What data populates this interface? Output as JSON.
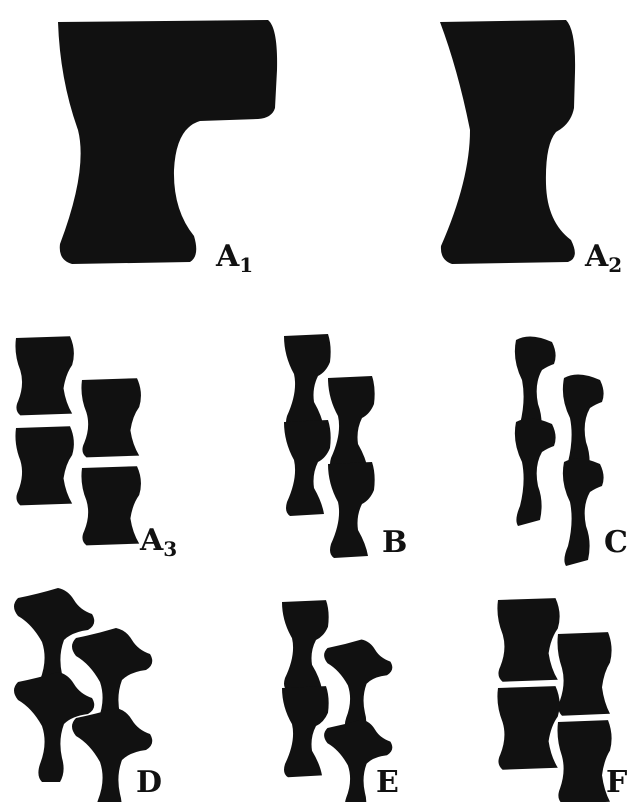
{
  "figure": {
    "ink_color": "#111111",
    "background_color": "#ffffff",
    "panels": [
      {
        "label": "A",
        "subscript": "1"
      },
      {
        "label": "A",
        "subscript": "2"
      },
      {
        "label": "A",
        "subscript": "3"
      },
      {
        "label": "B",
        "subscript": ""
      },
      {
        "label": "C",
        "subscript": ""
      },
      {
        "label": "D",
        "subscript": ""
      },
      {
        "label": "E",
        "subscript": ""
      },
      {
        "label": "F",
        "subscript": ""
      }
    ]
  }
}
